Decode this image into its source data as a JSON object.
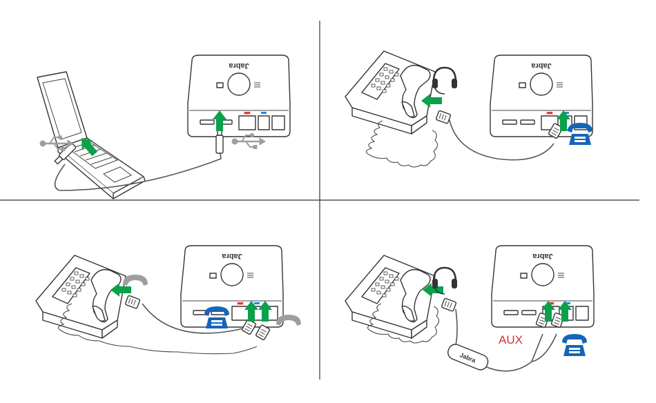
{
  "colors": {
    "arrow": "#0aa14b",
    "phone_icon": "#1565b8",
    "aux_label": "#d32f2f",
    "grey_icon": "#9e9e9e",
    "divider": "#333333",
    "outline": "#333333",
    "port_red": "#e53935",
    "port_blue": "#1e88e5"
  },
  "base": {
    "brand": "Jabra",
    "port_aux": "AUX"
  },
  "panels": [
    {
      "id": "usb-connection"
    },
    {
      "id": "desk-phone-headset-port"
    },
    {
      "id": "desk-phone-handset-port"
    },
    {
      "id": "desk-phone-aux-ehs"
    }
  ],
  "labels": {
    "aux": "AUX",
    "ehs_adapter": "Jabra"
  },
  "icons": {
    "usb": "usb-icon",
    "headset": "headset-icon",
    "phone": "phone-icon",
    "handset": "handset-icon"
  }
}
